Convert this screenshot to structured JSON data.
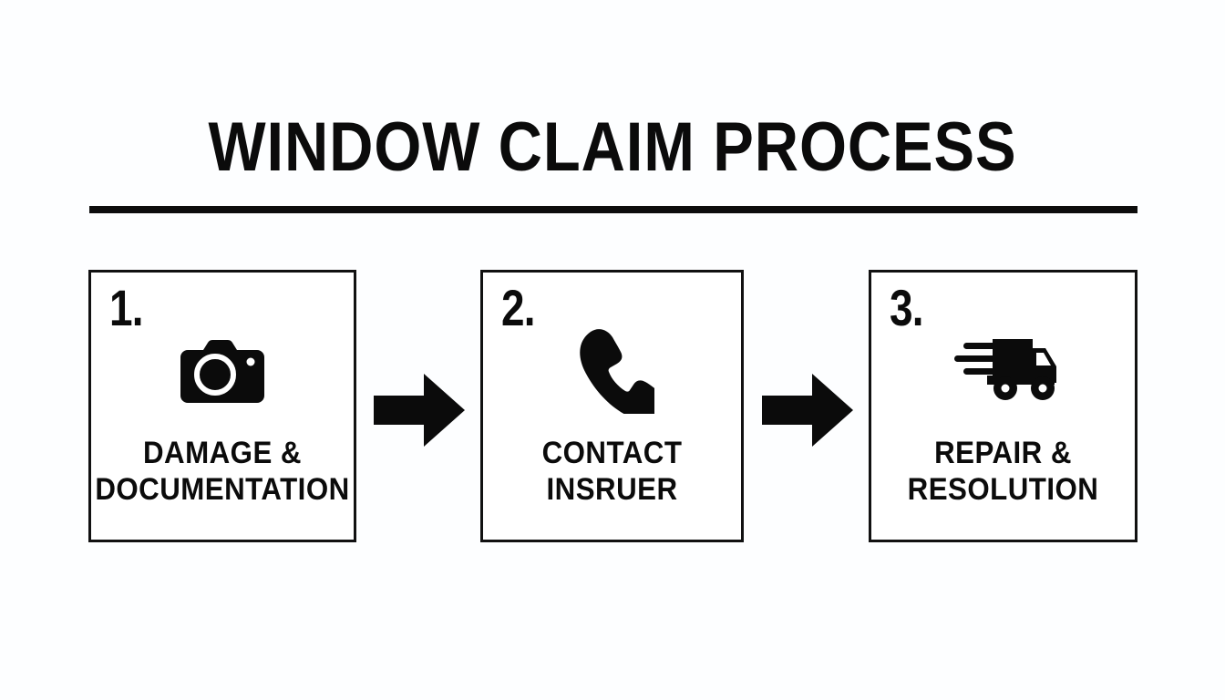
{
  "page": {
    "title": "WINDOW CLAIM PROCESS",
    "background_color": "#fdfeff",
    "ink_color": "#0b0b0b"
  },
  "steps": [
    {
      "number": "1.",
      "icon": "camera-icon",
      "label_line1": "DAMAGE &",
      "label_line2": "DOCUMENTATION"
    },
    {
      "number": "2.",
      "icon": "phone-handset-icon",
      "label_line1": "CONTACT",
      "label_line2": "INSRUER"
    },
    {
      "number": "3.",
      "icon": "delivery-truck-icon",
      "label_line1": "REPAIR &",
      "label_line2": "RESOLUTION"
    }
  ],
  "connectors": [
    {
      "name": "arrow-step1-to-step2"
    },
    {
      "name": "arrow-step2-to-step3"
    }
  ]
}
